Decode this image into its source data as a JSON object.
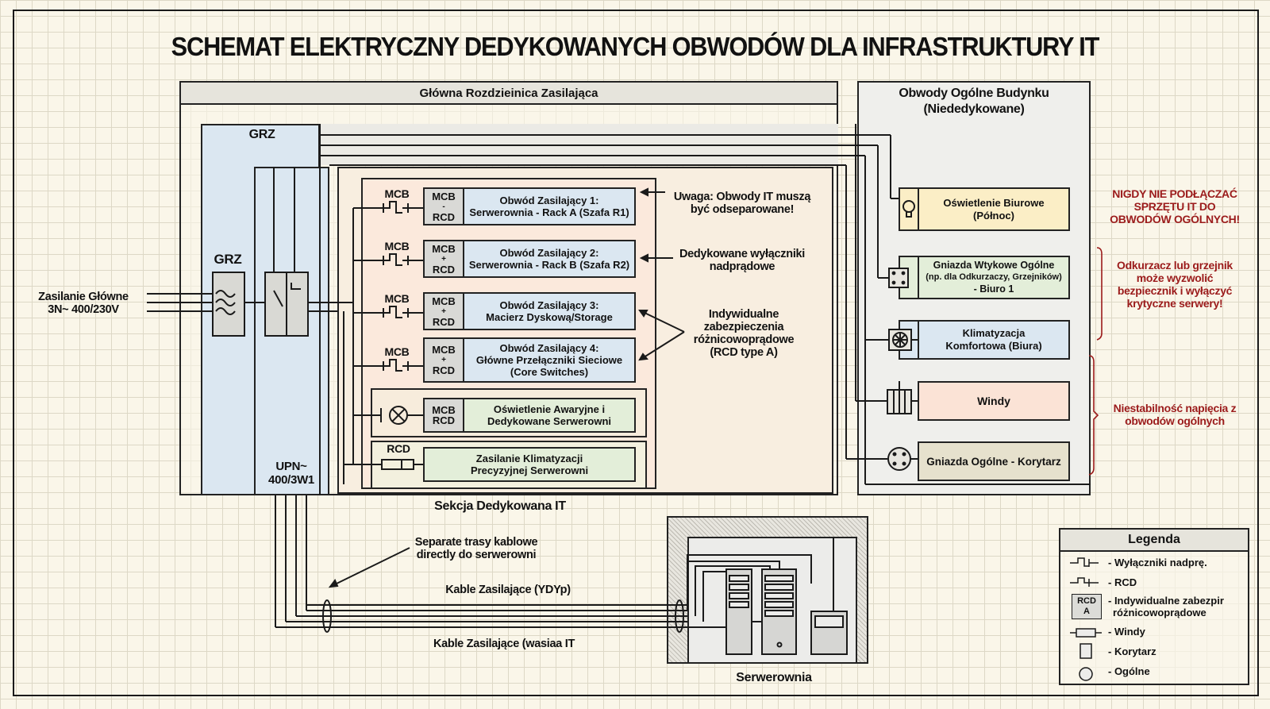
{
  "title": "SCHEMAT ELEKTRYCZNY DEDYKOWANYCH OBWODÓW DLA INFRASTRUKTURY IT",
  "main_switchboard": {
    "header": "Główna Rozdzieinica Zasilająca",
    "grz_top_label": "GRZ",
    "grz_fuse_label": "GRZ",
    "upn_label_line1": "UPN~",
    "upn_label_line2": "400/3W1"
  },
  "main_supply": {
    "line1": "Zasilanie Główne",
    "line2": "3N~ 400/230V"
  },
  "dedicated_section": {
    "caption": "Sekcja Dedykowana IT",
    "circuits": [
      {
        "breaker_label": "MCB",
        "tag_top": "MCB",
        "tag_mid": "-",
        "tag_bottom": "RCD",
        "line1": "Obwód Zasilający 1:",
        "line2": "Serwerownia - Rack A (Szafa R1)",
        "line3": "",
        "color": "#dbe7f1"
      },
      {
        "breaker_label": "MCB",
        "tag_top": "MCB",
        "tag_mid": "+",
        "tag_bottom": "RCD",
        "line1": "Obwód Zasilający 2:",
        "line2": "Serwerownia - Rack B (Szafa R2)",
        "line3": "",
        "color": "#dbe7f1"
      },
      {
        "breaker_label": "MCB",
        "tag_top": "MCB",
        "tag_mid": "+",
        "tag_bottom": "RCD",
        "line1": "Obwód Zasilający 3:",
        "line2": "Macierz Dyskową/Storage",
        "line3": "",
        "color": "#dbe7f1"
      },
      {
        "breaker_label": "MCB",
        "tag_top": "MCB",
        "tag_mid": "+",
        "tag_bottom": "RCD",
        "line1": "Obwód Zasilający 4:",
        "line2": "Główne Przełączniki Sieciowe",
        "line3": "(Core Switches)",
        "color": "#dbe7f1"
      }
    ],
    "emergency_lighting": {
      "tag_top": "MCB",
      "tag_bottom": "RCD",
      "line1": "Oświetlenie Awaryjne i",
      "line2": "Dedykowane Serwerowni",
      "icon": "lamp-icon"
    },
    "precision_ac": {
      "breaker_label": "RCD",
      "line1": "Zasilanie Klimatyzacji",
      "line2": "Precyzyjnej Serwerowni"
    }
  },
  "annotations": {
    "note1_line1": "Uwaga: Obwody IT muszą",
    "note1_line2": "być odseparowane!",
    "note2_line1": "Dedykowane wyłączniki",
    "note2_line2": "nadprądowe",
    "note3_line1": "Indywidualne",
    "note3_line2": "zabezpieczenia",
    "note3_line3": "różnicowoprądowe",
    "note3_line4": "(RCD type A)",
    "routes_line1": "Separate trasy kablowe",
    "routes_line2": "directly do serwerowni",
    "cables_top": "Kable Zasilające (YDYp)",
    "cables_bottom": "Kable Zasilające (wasiaa IT"
  },
  "general_circuits": {
    "header_line1": "Obwody Ogólne Budynku",
    "header_line2": "(Niededykowane)",
    "items": [
      {
        "line1": "Oświetlenie Biurowe",
        "line2": "(Północ)",
        "line3": "",
        "icon": "light-bulb-icon",
        "color": "#fbeec6"
      },
      {
        "line1": "Gniazda Wtykowe Ogólne",
        "line2": "(np. dla Odkurzaczy, Grzejników)",
        "line3": "- Biuro 1",
        "icon": "socket-icon",
        "color": "#e3eed9"
      },
      {
        "line1": "Klimatyzacja",
        "line2": "Komfortowa (Biura)",
        "line3": "",
        "icon": "fan-icon",
        "color": "#dbe7f1"
      },
      {
        "line1": "Windy",
        "line2": "",
        "line3": "",
        "icon": "elevator-motor-icon",
        "color": "#fbe3d6"
      },
      {
        "line1": "Gniazda Ogólne - Korytarz",
        "line2": "",
        "line3": "",
        "icon": "outlet-icon",
        "color": "#e6e1cd"
      }
    ]
  },
  "warnings": {
    "never_line1": "NIGDY NIE PODŁĄCZAĆ",
    "never_line2": "SPRZĘTU IT DO",
    "never_line3": "OBWODÓW OGÓLNYCH!",
    "vacuum_line1": "Odkurzacz lub grzejnik",
    "vacuum_line2": "może wyzwolić",
    "vacuum_line3": "bezpiecznik i wyłączyć",
    "vacuum_line4": "krytyczne serwery!",
    "instability_line1": "Niestabilność napięcia z",
    "instability_line2": "obwodów ogólnych",
    "color": "#9b1b1b"
  },
  "server_room": {
    "label": "Serwerownia"
  },
  "legend": {
    "title": "Legenda",
    "items": [
      {
        "symbol": "mcb-symbol",
        "label": "- Wyłączniki nadprę."
      },
      {
        "symbol": "rcd-symbol",
        "label": "- RCD"
      },
      {
        "symbol": "rcd-a-box",
        "symbol_top": "RCD",
        "symbol_bottom": "A",
        "label": "- Indywidualne zabezpir",
        "label2": "różnicowoprądowe"
      },
      {
        "symbol": "windy-symbol",
        "label": "- Windy"
      },
      {
        "symbol": "korytarz-symbol",
        "label": "- Korytarz"
      },
      {
        "symbol": "ogolne-symbol",
        "label": "- Ogólne"
      }
    ]
  }
}
